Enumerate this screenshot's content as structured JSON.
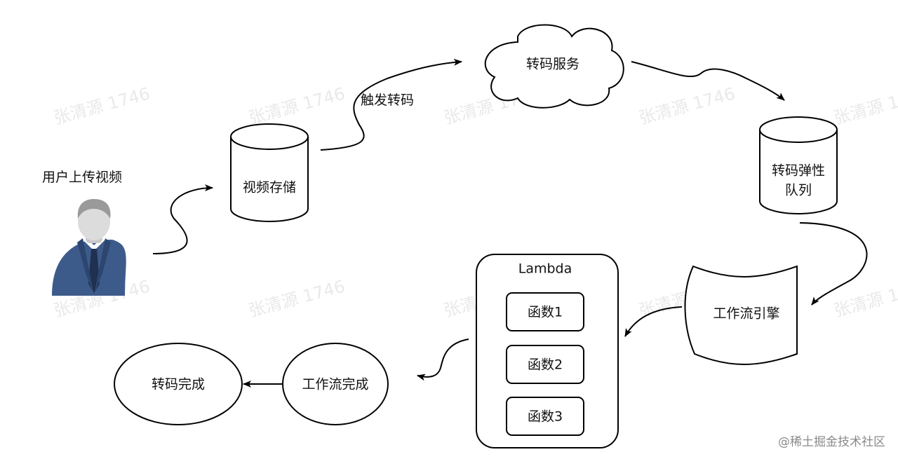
{
  "watermark": "张清源 1746",
  "nodes": {
    "user_label": "用户上传视频",
    "video_storage": "视频存储",
    "trigger_label": "触发转码",
    "transcode_service": "转码服务",
    "elastic_queue_line1": "转码弹性",
    "elastic_queue_line2": "队列",
    "workflow_engine": "工作流引擎",
    "lambda_title": "Lambda",
    "function1": "函数1",
    "function2": "函数2",
    "function3": "函数3",
    "workflow_done": "工作流完成",
    "transcode_done": "转码完成"
  },
  "footer": "@稀土掘金技术社区",
  "icons": {
    "user": "businessman-avatar-icon"
  },
  "colors": {
    "stroke": "#000000",
    "suit": "#3d5b8a",
    "tie": "#1f3050",
    "skin": "#d9d9d9",
    "watermark": "#e9e9e9"
  }
}
